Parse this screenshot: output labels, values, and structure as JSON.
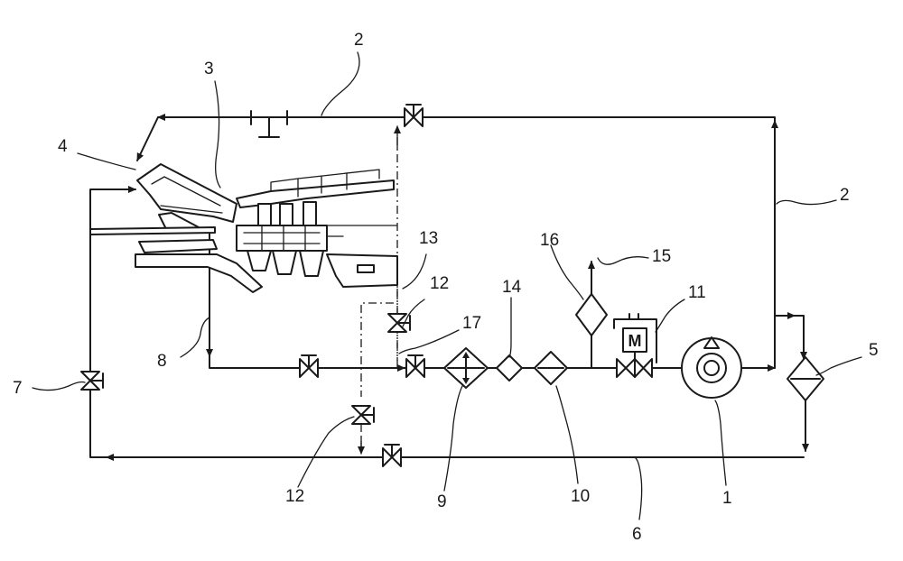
{
  "labels": {
    "l1": "1",
    "l2a": "2",
    "l2b": "2",
    "l3": "3",
    "l4": "4",
    "l5": "5",
    "l6": "6",
    "l7": "7",
    "l8": "8",
    "l9": "9",
    "l10": "10",
    "l11": "11",
    "l12a": "12",
    "l12b": "12",
    "l13": "13",
    "l14": "14",
    "l15": "15",
    "l16": "16",
    "l17": "17"
  },
  "motor_letter": "M"
}
